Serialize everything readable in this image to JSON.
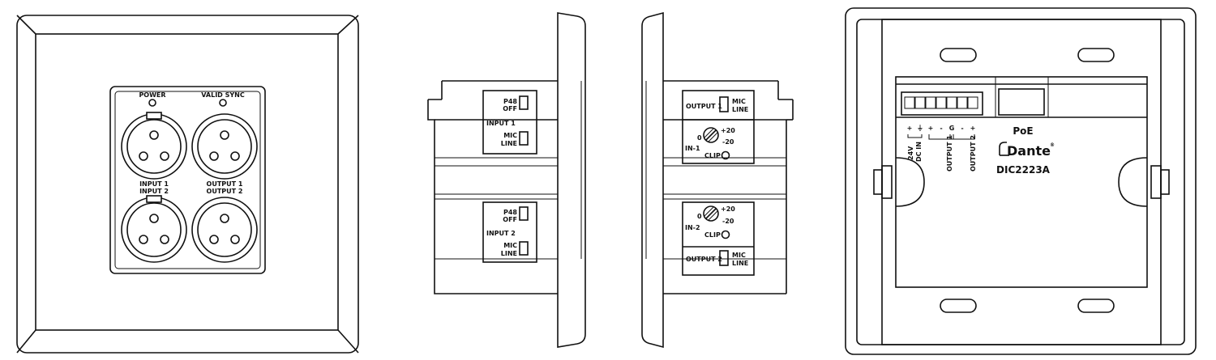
{
  "front": {
    "power": "POWER",
    "valid_sync": "VALID SYNC",
    "input_1": "INPUT 1",
    "input_2": "INPUT 2",
    "output_1": "OUTPUT 1",
    "output_2": "OUTPUT 2"
  },
  "left_side": {
    "p48": "P48",
    "off": "OFF",
    "input_1": "INPUT 1",
    "input_2": "INPUT 2",
    "mic": "MIC",
    "line": "LINE"
  },
  "right_side": {
    "output_1": "OUTPUT 1",
    "output_2": "OUTPUT 2",
    "mic": "MIC",
    "line": "LINE",
    "zero": "0",
    "plus20": "+20",
    "minus20": "-20",
    "in_1": "IN-1",
    "in_2": "IN-2",
    "clip": "CLIP"
  },
  "rear": {
    "plus": "+",
    "ground": "⏚",
    "minus": "-",
    "g": "G",
    "v24": "24V",
    "dc_in": "DC IN",
    "output_1": "OUTPUT 1",
    "output_2": "OUTPUT 2",
    "poe": "PoE",
    "brand": "Dante",
    "registered": "®",
    "model": "DIC2223A"
  }
}
